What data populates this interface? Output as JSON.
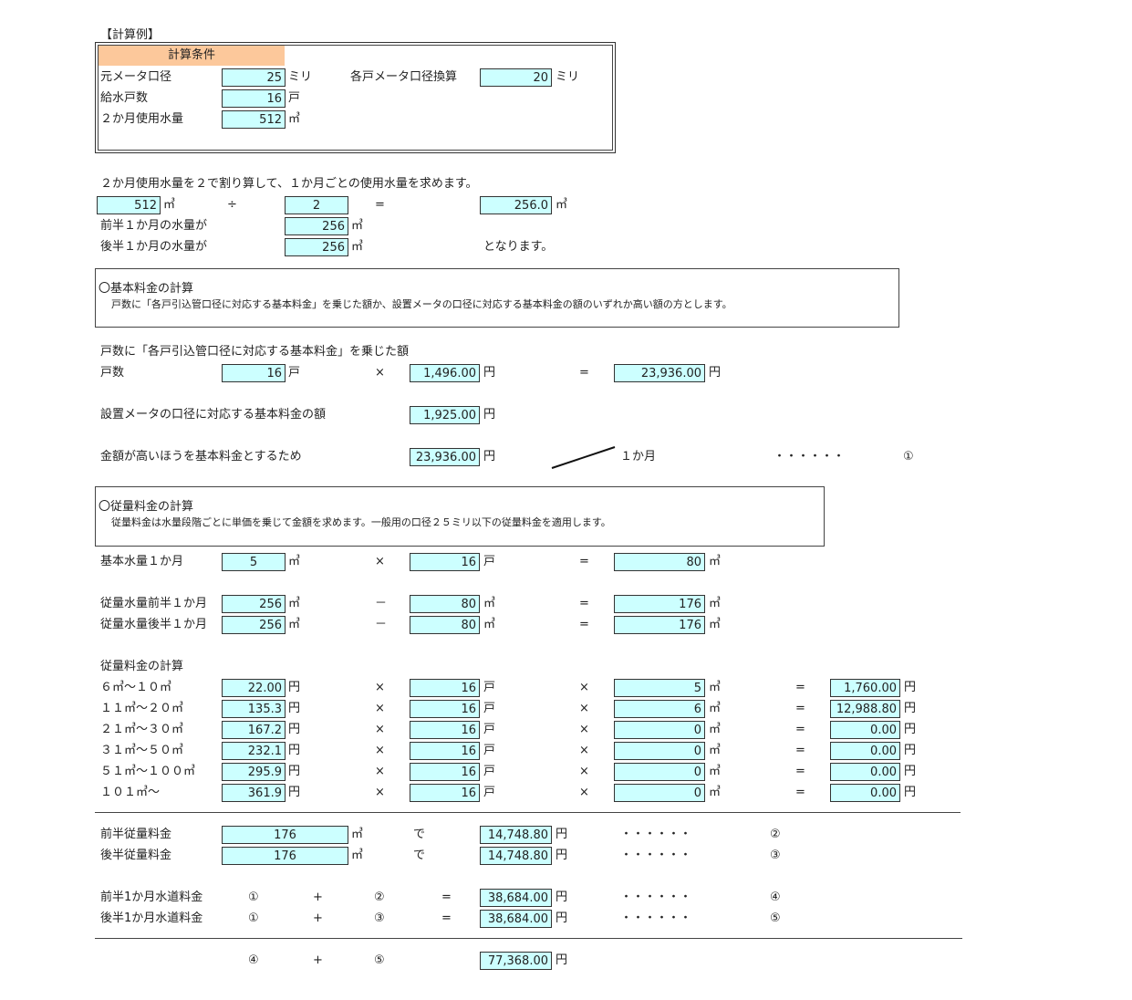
{
  "title": "【計算例】",
  "cond": {
    "header": "計算条件",
    "motometer_label": "元メータ口径",
    "motometer_value": "25",
    "motometer_unit": "ミリ",
    "kakko_label": "各戸メータ口径換算",
    "kakko_value": "20",
    "kakko_unit": "ミリ",
    "kyusui_label": "給水戸数",
    "kyusui_value": "16",
    "kyusui_unit": "戸",
    "use_label": "２か月使用水量",
    "use_value": "512",
    "use_unit": "㎥"
  },
  "split": {
    "desc": "２か月使用水量を２で割り算して、１か月ごとの使用水量を求めます。",
    "a": "512",
    "a_unit": "㎥",
    "div": "÷",
    "b": "2",
    "eq": "=",
    "r": "256.0",
    "r_unit": "㎥",
    "first_label": "前半１か月の水量が",
    "first_value": "256",
    "first_unit": "㎥",
    "second_label": "後半１か月の水量が",
    "second_value": "256",
    "second_unit": "㎥",
    "end": "となります。"
  },
  "basic": {
    "title": "〇基本料金の計算",
    "desc": "戸数に「各戸引込管口径に対応する基本料金」を乗じた額か、設置メータの口径に対応する基本料金の額のいずれか高い額の方とします。",
    "line1": "戸数に「各戸引込管口径に対応する基本料金」を乗じた額",
    "kosu_label": "戸数",
    "kosu_value": "16",
    "kosu_unit": "戸",
    "times": "×",
    "unit_price": "1,496.00",
    "yen": "円",
    "eq": "=",
    "prod": "23,936.00",
    "meter_label": "設置メータの口径に対応する基本料金の額",
    "meter_value": "1,925.00",
    "high_label": "金額が高いほうを基本料金とするため",
    "high_value": "23,936.00",
    "per": "１か月",
    "dots": "・・・・・・",
    "mark": "①"
  },
  "volume": {
    "title": "〇従量料金の計算",
    "desc": "従量料金は水量段階ごとに単価を乗じて金額を求めます。一般用の口径２５ミリ以下の従量料金を適用します。",
    "base_label": "基本水量１か月",
    "base_value": "5",
    "m3": "㎥",
    "times": "×",
    "houses": "16",
    "ko": "戸",
    "eq": "=",
    "base_total": "80",
    "first_label": "従量水量前半１か月",
    "first_value": "256",
    "minus": "－",
    "sub": "80",
    "first_res": "176",
    "second_label": "従量水量後半１か月",
    "second_value": "256",
    "second_res": "176",
    "calc_label": "従量料金の計算",
    "yen": "円",
    "tiers": [
      {
        "label": "６㎥～１０㎥",
        "price": "22.00",
        "houses": "16",
        "qty": "5",
        "amount": "1,760.00"
      },
      {
        "label": "１１㎥～２０㎥",
        "price": "135.3",
        "houses": "16",
        "qty": "6",
        "amount": "12,988.80"
      },
      {
        "label": "２１㎥～３０㎥",
        "price": "167.2",
        "houses": "16",
        "qty": "0",
        "amount": "0.00"
      },
      {
        "label": "３１㎥～５０㎥",
        "price": "232.1",
        "houses": "16",
        "qty": "0",
        "amount": "0.00"
      },
      {
        "label": "５１㎥～１００㎥",
        "price": "295.9",
        "houses": "16",
        "qty": "0",
        "amount": "0.00"
      },
      {
        "label": "１０１㎥～",
        "price": "361.9",
        "houses": "16",
        "qty": "0",
        "amount": "0.00"
      }
    ]
  },
  "summary": {
    "first_label": "前半従量料金",
    "first_qty": "176",
    "m3": "㎥",
    "de": "で",
    "first_amt": "14,748.80",
    "yen": "円",
    "dots": "・・・・・・",
    "mark2": "②",
    "second_label": "後半従量料金",
    "second_qty": "176",
    "second_amt": "14,748.80",
    "mark3": "③",
    "w1_label": "前半1か月水道料金",
    "c1": "①",
    "plus": "+",
    "c2": "②",
    "eq": "=",
    "w1_amt": "38,684.00",
    "mark4": "④",
    "w2_label": "後半1か月水道料金",
    "c3": "③",
    "w2_amt": "38,684.00",
    "mark5": "⑤",
    "t1": "④",
    "t2": "⑤",
    "total": "77,368.00"
  }
}
